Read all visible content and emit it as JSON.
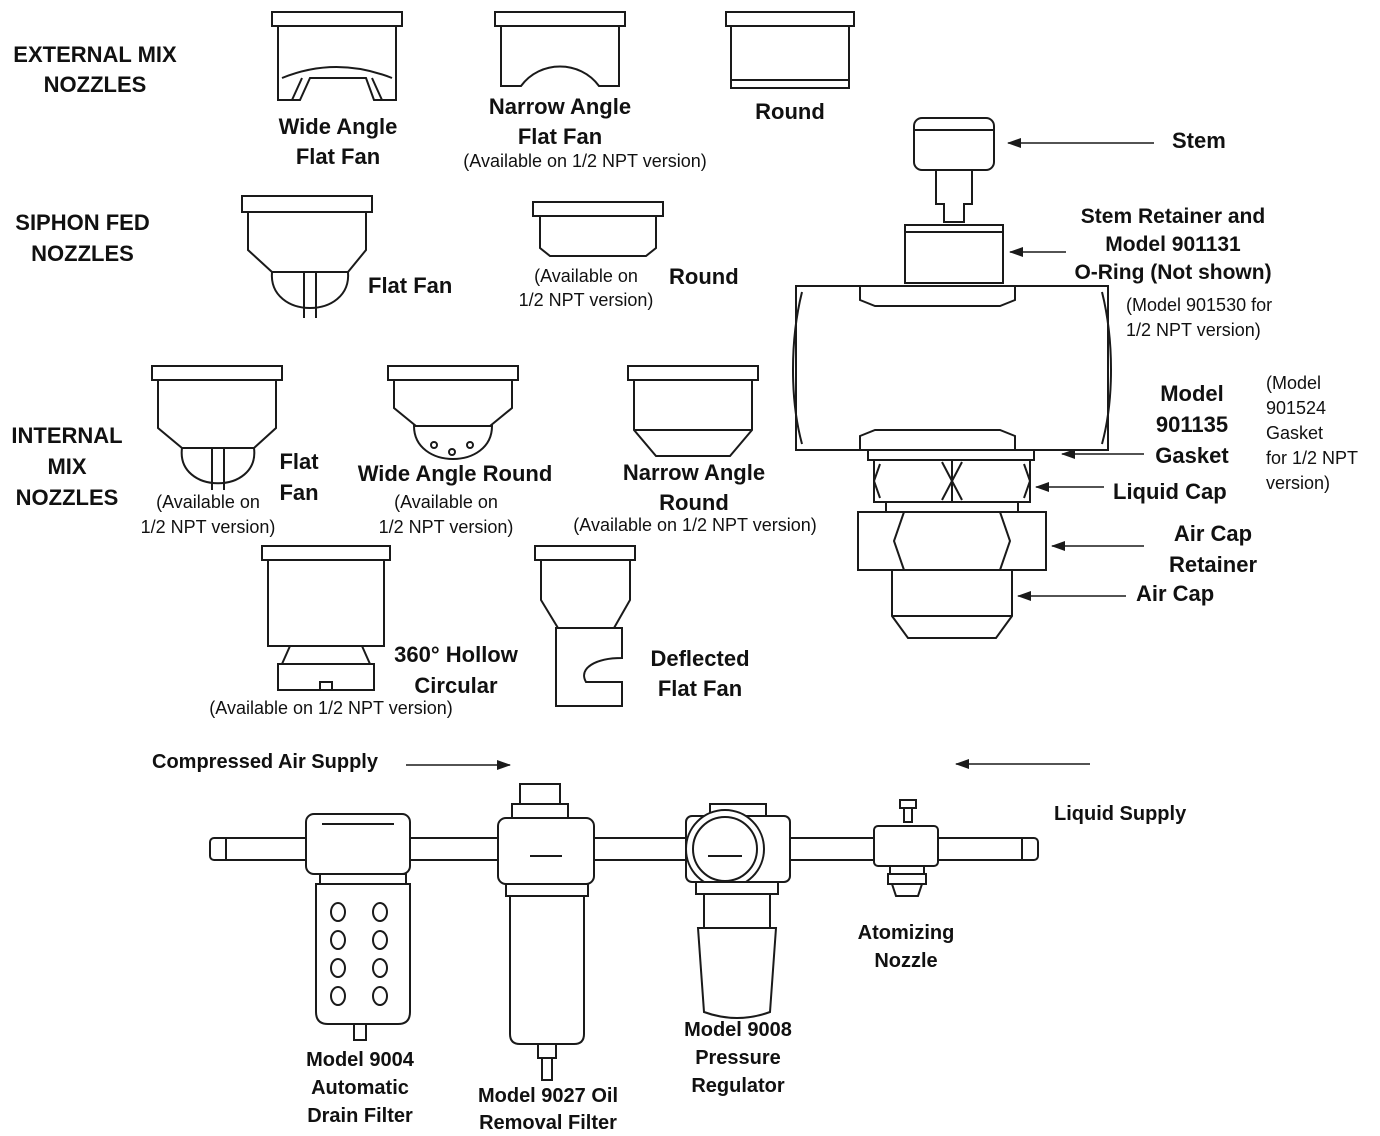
{
  "headings": {
    "external": [
      "EXTERNAL MIX",
      "NOZZLES"
    ],
    "siphon": [
      "SIPHON FED",
      "NOZZLES"
    ],
    "internal": [
      "INTERNAL",
      "MIX",
      "NOZZLES"
    ]
  },
  "external_nozzles": {
    "wide_angle": [
      "Wide Angle",
      "Flat Fan"
    ],
    "narrow_angle": [
      "Narrow Angle",
      "Flat Fan"
    ],
    "narrow_note": "(Available on 1/2 NPT version)",
    "round": "Round"
  },
  "siphon_nozzles": {
    "flat_fan": "Flat Fan",
    "round_note": [
      "(Available on",
      "1/2 NPT version)"
    ],
    "round": "Round"
  },
  "internal_nozzles": {
    "flat_fan": [
      "Flat",
      "Fan"
    ],
    "flat_fan_note": [
      "(Available on",
      "1/2 NPT version)"
    ],
    "wide_round": "Wide Angle Round",
    "wide_round_note": [
      "(Available on",
      "1/2 NPT version)"
    ],
    "narrow_round": [
      "Narrow Angle",
      "Round"
    ],
    "narrow_round_note": "(Available on 1/2 NPT version)",
    "hollow": [
      "360° Hollow",
      "Circular"
    ],
    "hollow_note": "(Available on 1/2 NPT version)",
    "deflected": [
      "Deflected",
      "Flat Fan"
    ]
  },
  "assembly": {
    "stem": "Stem",
    "stem_retainer": [
      "Stem Retainer and",
      "Model 901131",
      "O-Ring (Not shown)"
    ],
    "stem_retainer_note": [
      "(Model 901530 for",
      "1/2 NPT version)"
    ],
    "gasket": [
      "Model",
      "901135",
      "Gasket"
    ],
    "gasket_note": [
      "(Model",
      "901524",
      "Gasket",
      "for 1/2 NPT",
      "version)"
    ],
    "liquid_cap": "Liquid Cap",
    "air_cap_retainer": [
      "Air Cap",
      "Retainer"
    ],
    "air_cap": "Air Cap"
  },
  "supply_line": {
    "air_supply": "Compressed Air Supply",
    "liquid_supply": "Liquid Supply",
    "atomizing_nozzle": [
      "Atomizing",
      "Nozzle"
    ],
    "drain_filter": [
      "Model 9004",
      "Automatic",
      "Drain Filter"
    ],
    "oil_filter": [
      "Model 9027 Oil",
      "Removal Filter"
    ],
    "regulator": [
      "Model 9008",
      "Pressure",
      "Regulator"
    ]
  }
}
